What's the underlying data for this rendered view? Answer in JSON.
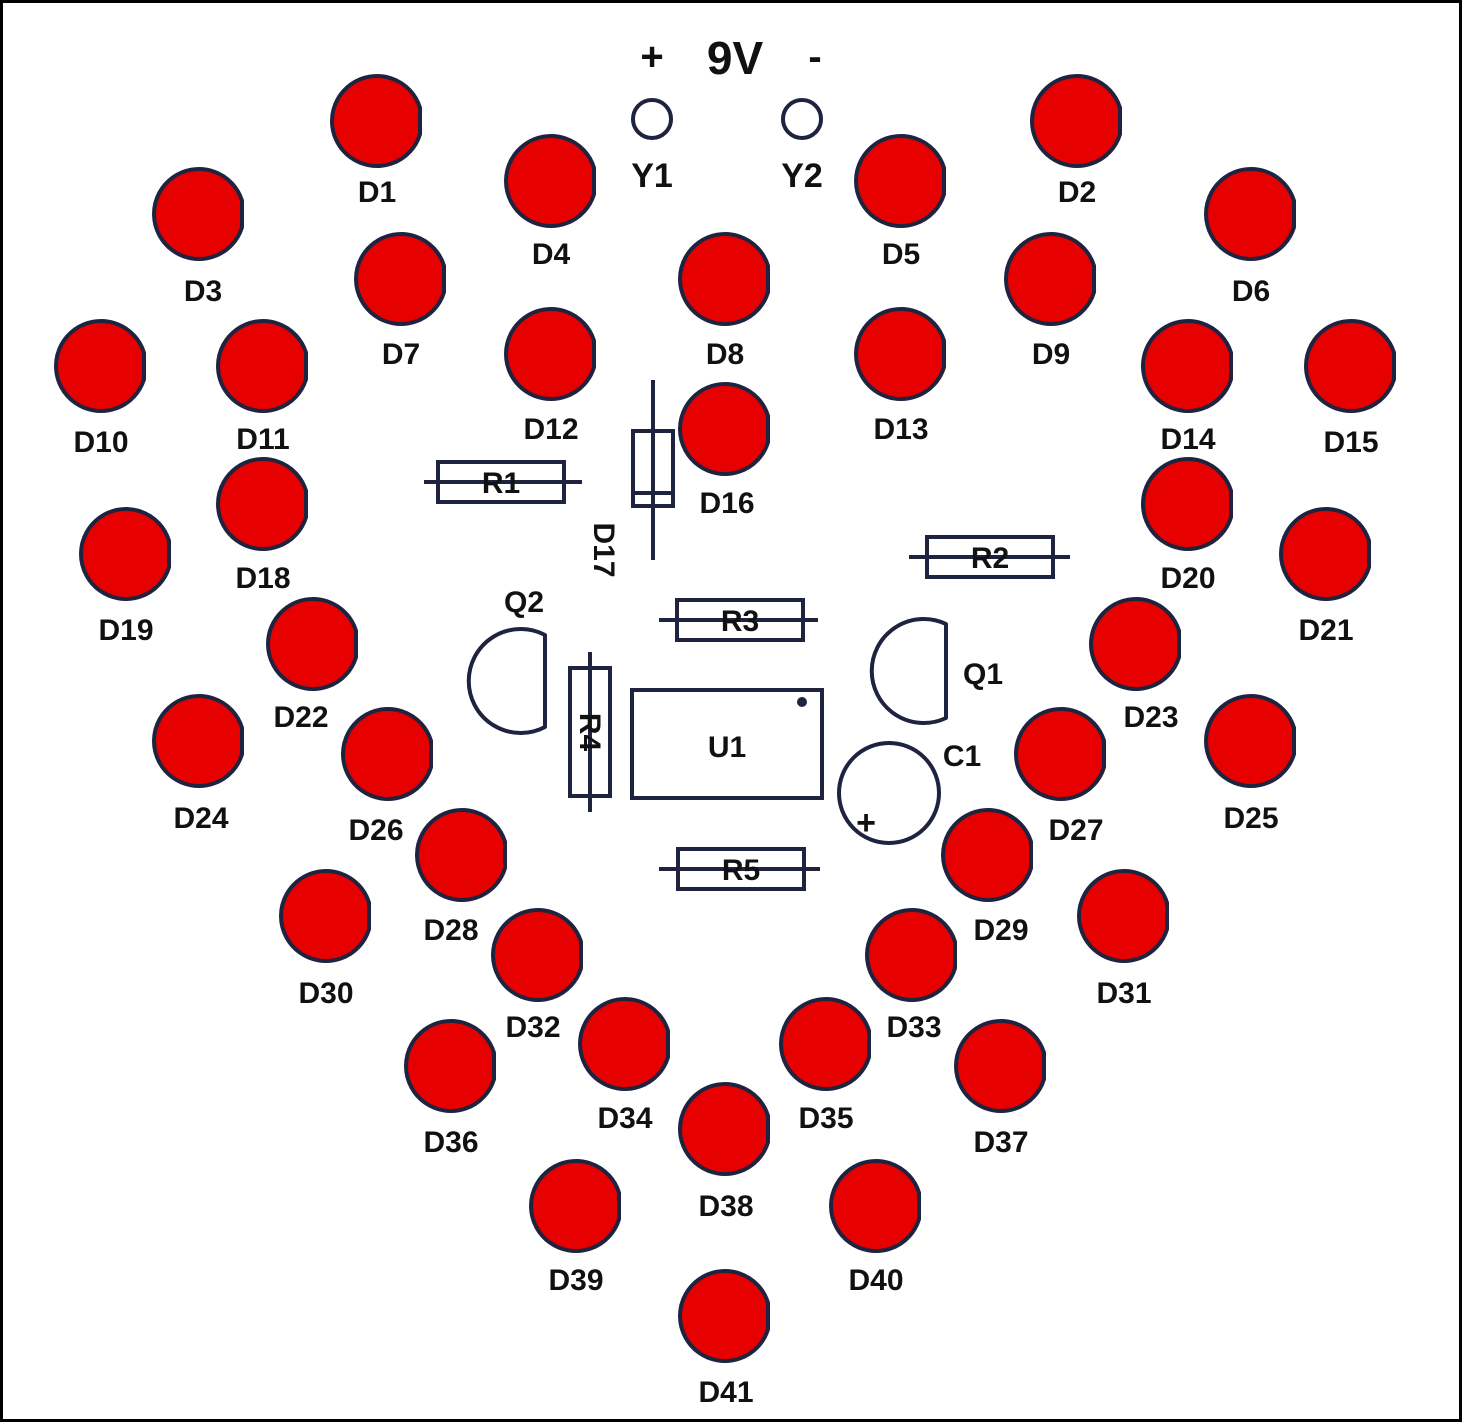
{
  "colors": {
    "led_fill": "#e60000",
    "outline": "#1e2440",
    "text": "#111111",
    "border": "#000000"
  },
  "power": {
    "plus": "+",
    "voltage": "9V",
    "minus": "-",
    "y1": "Y1",
    "y2": "Y2"
  },
  "leds": [
    "D1",
    "D2",
    "D3",
    "D4",
    "D5",
    "D6",
    "D7",
    "D8",
    "D9",
    "D10",
    "D11",
    "D12",
    "D13",
    "D14",
    "D15",
    "D16",
    "D18",
    "D19",
    "D20",
    "D21",
    "D22",
    "D23",
    "D24",
    "D25",
    "D26",
    "D27",
    "D28",
    "D29",
    "D30",
    "D31",
    "D32",
    "D33",
    "D34",
    "D35",
    "D36",
    "D37",
    "D38",
    "D39",
    "D40",
    "D41"
  ],
  "components": {
    "r1": "R1",
    "r2": "R2",
    "r3": "R3",
    "r4": "R4",
    "r5": "R5",
    "d17": "D17",
    "q1": "Q1",
    "q2": "Q2",
    "u1": "U1",
    "c1": "C1",
    "c1_polarity": "+"
  }
}
